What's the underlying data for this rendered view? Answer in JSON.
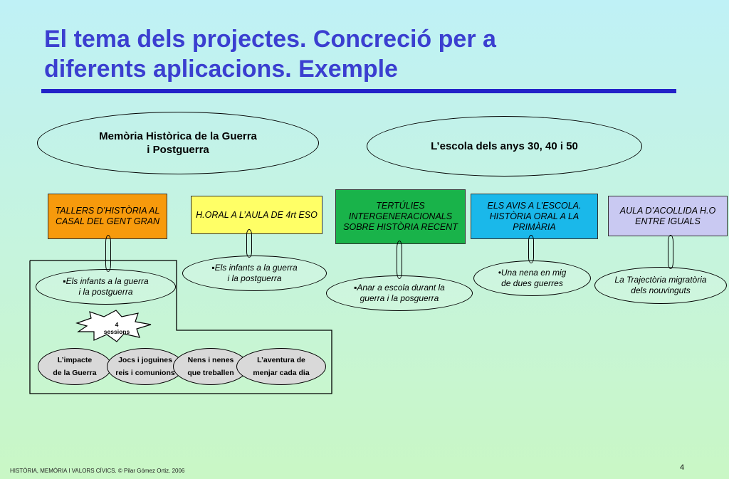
{
  "title": {
    "line1": "El tema dels projectes. Concreció per a",
    "line2": "diferents aplicacions. Exemple"
  },
  "main_topics": [
    {
      "line1": "Memòria Històrica de la Guerra",
      "line2": "i Postguerra"
    },
    {
      "line1": "L’escola dels anys 30, 40 i 50"
    }
  ],
  "projects": [
    {
      "text": "TALLERS D’HISTÒRIA AL CASAL DEL GENT GRAN",
      "color": "#f79a0c"
    },
    {
      "text": "H.ORAL A L’AULA DE 4rt ESO",
      "color": "#ffff66"
    },
    {
      "text": "TERTÚLIES INTERGENERACIONALS SOBRE HISTÒRIA RECENT",
      "color": "#19b34a"
    },
    {
      "text": "ELS AVIS A L’ESCOLA. HISTÒRIA ORAL A LA PRIMÀRIA",
      "color": "#1ab8ea"
    },
    {
      "text": "AULA D’ACOLLIDA H.O ENTRE IGUALS",
      "color": "#c9c9f2"
    }
  ],
  "subtopics": [
    {
      "line1": "▪Els infants a la guerra",
      "line2": "i la postguerra"
    },
    {
      "line1": "▪Els infants a la guerra",
      "line2": "i la postguerra"
    },
    {
      "line1": "▪Anar a escola durant la",
      "line2": "guerra i la posguerra"
    },
    {
      "line1": "•Una nena en mig",
      "line2": "de dues guerres"
    },
    {
      "line1": "La Trajectòria migratòria",
      "line2": "dels nouvinguts"
    }
  ],
  "sessions_badge": {
    "line1": "4",
    "line2": "sessions"
  },
  "sessions": [
    {
      "line1": "L’impacte",
      "line2": "de la Guerra"
    },
    {
      "line1": "Jocs i joguines",
      "line2": "reis i comunions"
    },
    {
      "line1": "Nens i nenes",
      "line2": "que treballen"
    },
    {
      "line1": "L’aventura de",
      "line2": "menjar cada dia"
    }
  ],
  "footer": "HISTÒRIA, MEMÒRIA I VALORS CÍVICS. © Pilar Gómez Ortiz. 2006",
  "page_number": "4"
}
